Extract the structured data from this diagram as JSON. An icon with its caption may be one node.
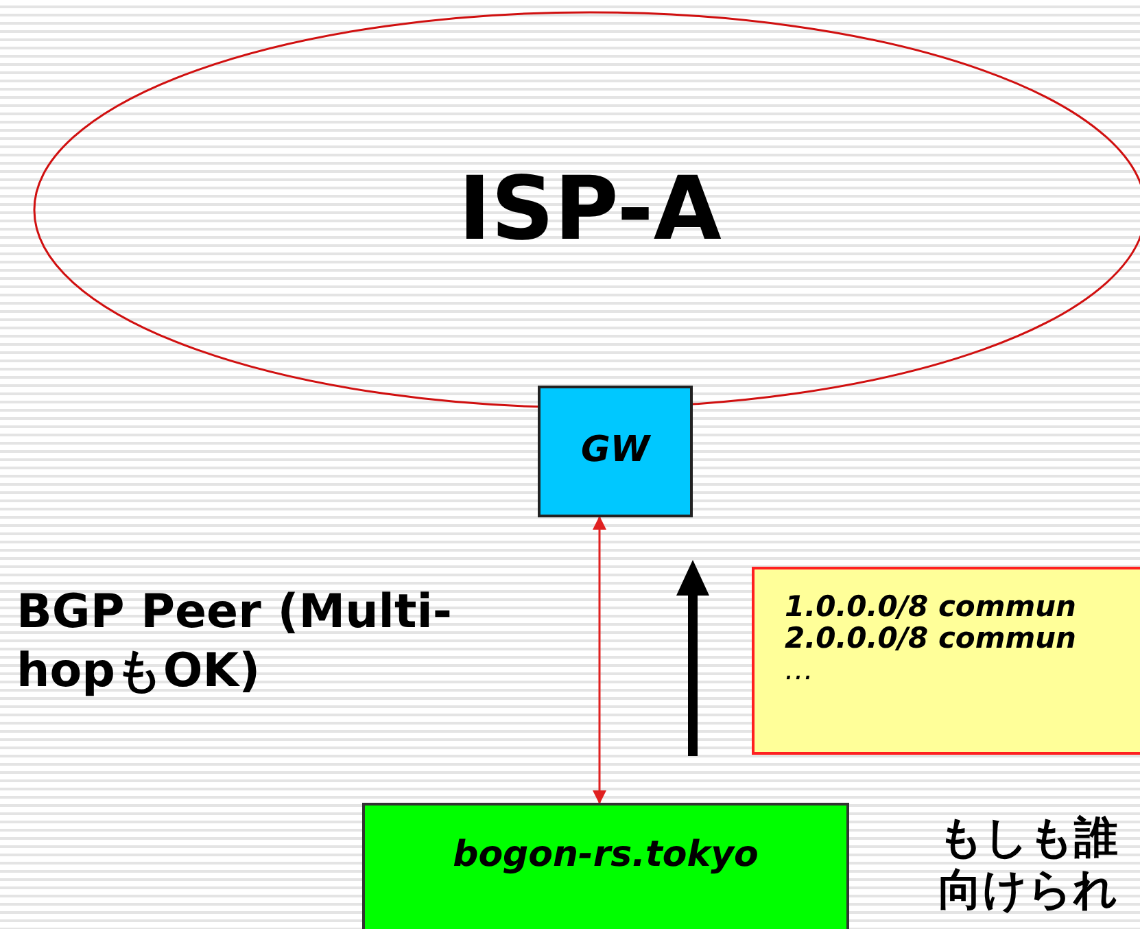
{
  "diagram": {
    "nodes": [
      {
        "text": [
          "ISP-A"
        ]
      },
      {
        "text": [
          "GW"
        ]
      },
      {
        "text": [
          "bogon-rs.tokyo"
        ]
      },
      {
        "text": [
          "1.0.0.0/8 commun",
          "2.0.0.0/8 commun",
          "…"
        ]
      }
    ],
    "edges": [
      {
        "from": 1,
        "to": 2,
        "arrow": "both",
        "color": "#e02020"
      }
    ],
    "labels": [
      "BGP Peer (Multi-hopもOK)",
      "もしも誰",
      "向けられ"
    ]
  }
}
